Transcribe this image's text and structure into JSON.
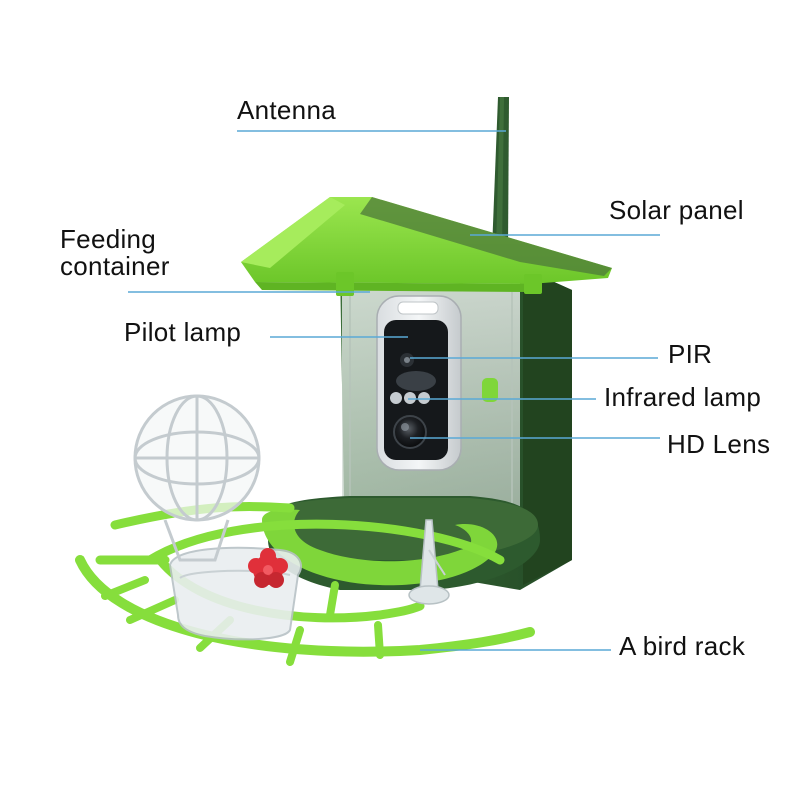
{
  "labels": {
    "antenna": "Antenna",
    "solar_panel": "Solar panel",
    "feeding_container": "Feeding\ncontainer",
    "pilot_lamp": "Pilot lamp",
    "pir": "PIR",
    "infrared_lamp": "Infrared lamp",
    "hd_lens": "HD Lens",
    "bird_rack": "A bird rack"
  },
  "colors": {
    "roof_green": "#7fd63a",
    "body_green": "#2d5a2e",
    "rack_green": "#86de3c",
    "leader_line": "#5aa9d6",
    "text": "#111111",
    "flower_red": "#e0303a"
  }
}
